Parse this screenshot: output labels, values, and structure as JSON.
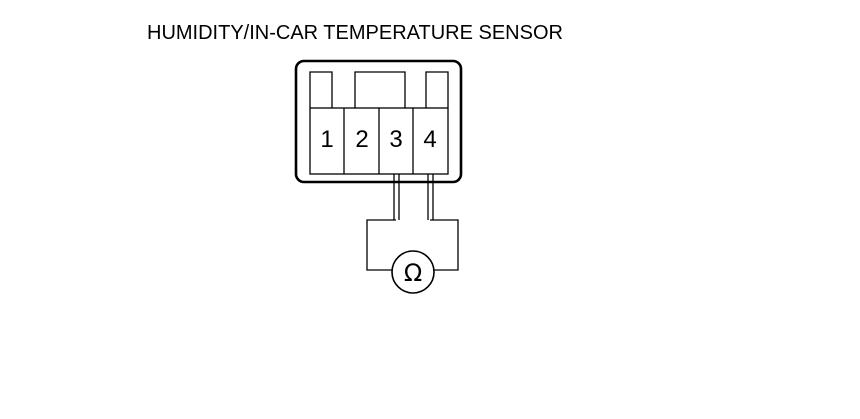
{
  "title": "HUMIDITY/IN-CAR TEMPERATURE SENSOR",
  "connector": {
    "pins": [
      "1",
      "2",
      "3",
      "4"
    ]
  },
  "meter": {
    "symbol": "Ω"
  }
}
